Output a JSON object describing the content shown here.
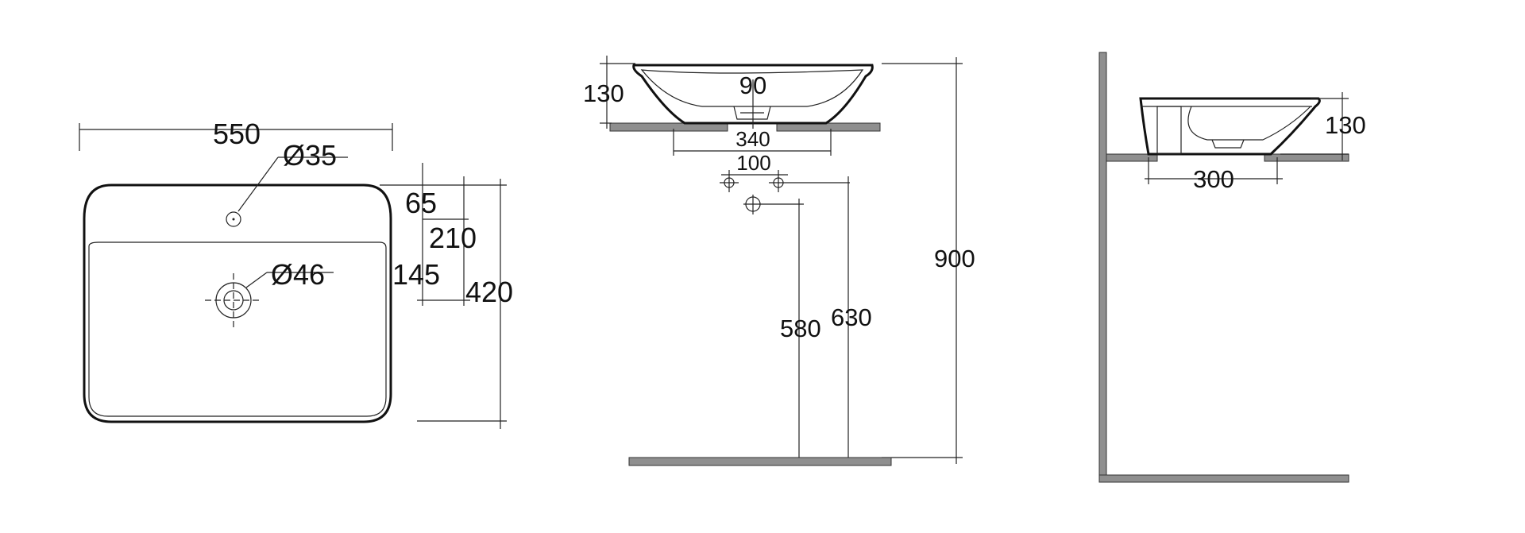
{
  "top_view": {
    "width_550": "550",
    "tap_hole_d35": "Ø35",
    "waste_d46": "Ø46",
    "dim_65": "65",
    "dim_210": "210",
    "dim_145": "145",
    "dim_420": "420"
  },
  "front_view": {
    "dim_130": "130",
    "dim_90": "90",
    "dim_340": "340",
    "dim_100": "100",
    "dim_580": "580",
    "dim_630": "630",
    "dim_900": "900"
  },
  "side_view": {
    "dim_130": "130",
    "dim_300": "300"
  },
  "colors": {
    "line": "#222222",
    "slab": "#8f8f8f"
  }
}
